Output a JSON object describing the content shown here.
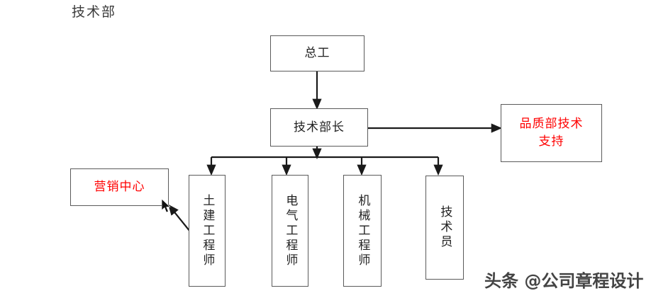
{
  "page": {
    "title": "技术部",
    "watermark": "头条 @公司章程设计",
    "background_color": "#ffffff",
    "box_border_color": "#5a5a5a",
    "text_color": "#222222",
    "accent_red": "#ff0000",
    "connector_color": "#1a1a1a"
  },
  "chart_data": {
    "type": "diagram",
    "subtype": "org-chart",
    "title": "技术部",
    "nodes": [
      {
        "id": "chief-engineer",
        "label": "总工",
        "color": "#222222",
        "orientation": "horizontal",
        "level": 0
      },
      {
        "id": "tech-manager",
        "label": "技术部长",
        "color": "#222222",
        "orientation": "horizontal",
        "level": 1
      },
      {
        "id": "quality-support",
        "label": "品质部技术\n支持",
        "color": "#ff0000",
        "orientation": "horizontal",
        "level": 1
      },
      {
        "id": "marketing-center",
        "label": "营销中心",
        "color": "#ff0000",
        "orientation": "horizontal",
        "level": 2
      },
      {
        "id": "civil-engineer",
        "label": "土建工程师",
        "color": "#222222",
        "orientation": "vertical",
        "level": 2
      },
      {
        "id": "electrical-engineer",
        "label": "电气工程师",
        "color": "#222222",
        "orientation": "vertical",
        "level": 2
      },
      {
        "id": "mechanical-engineer",
        "label": "机械工程师",
        "color": "#222222",
        "orientation": "vertical",
        "level": 2
      },
      {
        "id": "technician",
        "label": "技术员",
        "color": "#222222",
        "orientation": "vertical",
        "level": 2
      }
    ],
    "edges": [
      {
        "from": "chief-engineer",
        "to": "tech-manager",
        "style": "arrow-down"
      },
      {
        "from": "tech-manager",
        "to": "quality-support",
        "style": "arrow-right"
      },
      {
        "from": "tech-manager",
        "to": "civil-engineer",
        "style": "arrow-down-branch"
      },
      {
        "from": "tech-manager",
        "to": "electrical-engineer",
        "style": "arrow-down-branch"
      },
      {
        "from": "tech-manager",
        "to": "mechanical-engineer",
        "style": "arrow-down-branch"
      },
      {
        "from": "tech-manager",
        "to": "technician",
        "style": "arrow-down-branch"
      },
      {
        "from": "civil-engineer",
        "to": "marketing-center",
        "style": "arrow-diagonal-up-left"
      }
    ]
  },
  "labels": {
    "chief_engineer": "总工",
    "tech_manager": "技术部长",
    "quality_support": "品质部技术\n支持",
    "marketing_center": "营销中心",
    "civil_engineer": "土建工程师",
    "electrical_engineer": "电气工程师",
    "mechanical_engineer": "机械工程师",
    "technician": "技术员"
  }
}
